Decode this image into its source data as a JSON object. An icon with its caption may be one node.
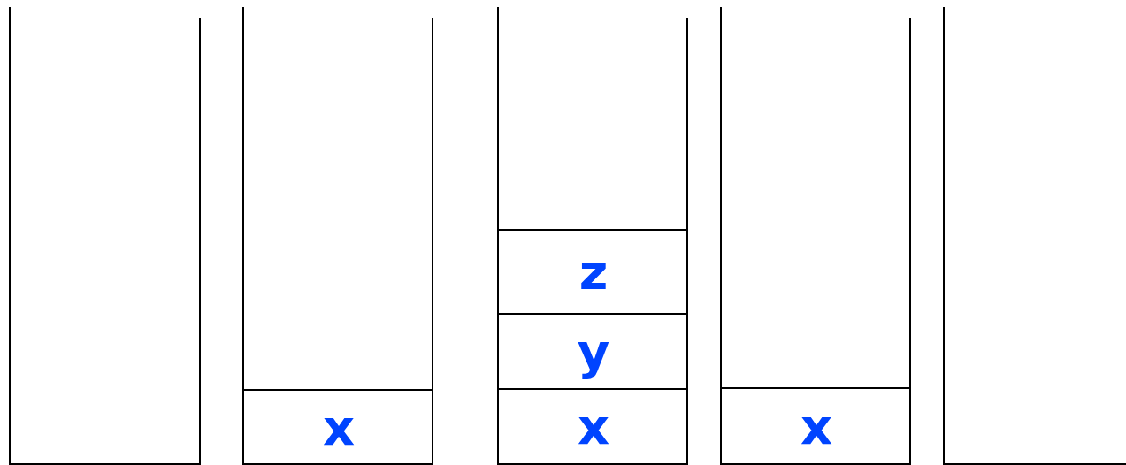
{
  "diagram": {
    "nodes": [
      {
        "text": [],
        "shape": "box"
      },
      {
        "text": [],
        "shape": "box"
      },
      {
        "text": [
          "x"
        ],
        "in": 1
      },
      {
        "text": [],
        "shape": "box"
      },
      {
        "text": [
          "z"
        ],
        "in": 3
      },
      {
        "text": [
          "y"
        ],
        "in": 3
      },
      {
        "text": [
          "x"
        ],
        "in": 3
      },
      {
        "text": [],
        "shape": "box"
      },
      {
        "text": [
          "x"
        ],
        "in": 7
      },
      {
        "text": [],
        "shape": "box"
      }
    ]
  }
}
